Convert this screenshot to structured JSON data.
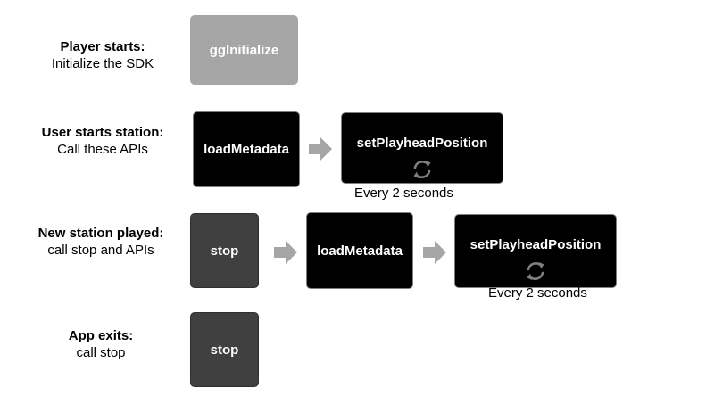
{
  "rows": [
    {
      "heading": "Player starts:",
      "subheading": "Initialize the SDK",
      "steps": [
        "ggInitialize"
      ]
    },
    {
      "heading": "User starts station:",
      "subheading": "Call these APIs",
      "steps": [
        "loadMetadata",
        "setPlayheadPosition"
      ],
      "note": "Every 2 seconds"
    },
    {
      "heading": "New station played:",
      "subheading": "call stop and APIs",
      "steps": [
        "stop",
        "loadMetadata",
        "setPlayheadPosition"
      ],
      "note": "Every 2 seconds"
    },
    {
      "heading": "App exits:",
      "subheading": "call stop",
      "steps": [
        "stop"
      ]
    }
  ],
  "colors": {
    "init_box": "#a6a6a6",
    "stop_box": "#404040",
    "api_box": "#000000",
    "arrow": "#a6a6a6",
    "refresh_icon": "#7f7f7f"
  },
  "icons": {
    "arrow": "right-arrow-icon",
    "repeat": "refresh-icon"
  }
}
